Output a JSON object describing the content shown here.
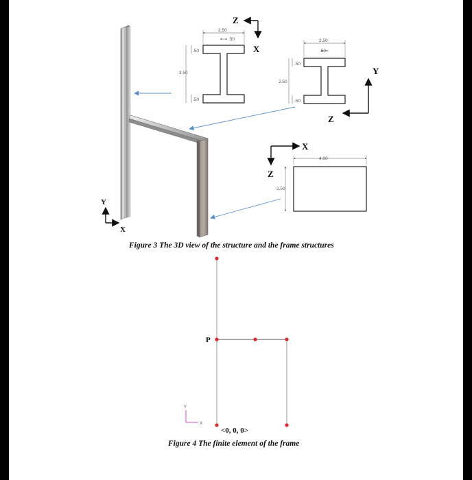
{
  "figure3": {
    "caption": "Figure 3 The 3D view of the structure and the frame structures",
    "section_i_vertical": {
      "dim_width": "2.50",
      "dim_web": ".50",
      "dim_flange_top": ".50",
      "dim_height": "3.50",
      "dim_flange_bottom": ".50",
      "axis_up": "Z",
      "axis_down": "X"
    },
    "section_i_horizontal": {
      "dim_width": "2.50",
      "dim_web": ".50",
      "dim_flange_top": ".50",
      "dim_height": "2.50",
      "dim_flange_bottom": ".50",
      "axis_up": "Y",
      "axis_left": "Z"
    },
    "section_rect": {
      "dim_width": "4.00",
      "dim_height": "2.50",
      "axis_right": "X",
      "axis_down": "Z"
    },
    "global_axes": {
      "y": "Y",
      "x": "X"
    }
  },
  "figure4": {
    "caption": "Figure 4 The finite element of the frame",
    "node_label_p": "P",
    "origin_label": "<0, 0, 0>",
    "axis_y": "Y",
    "axis_x": "X",
    "node_color": "#e0282d"
  }
}
